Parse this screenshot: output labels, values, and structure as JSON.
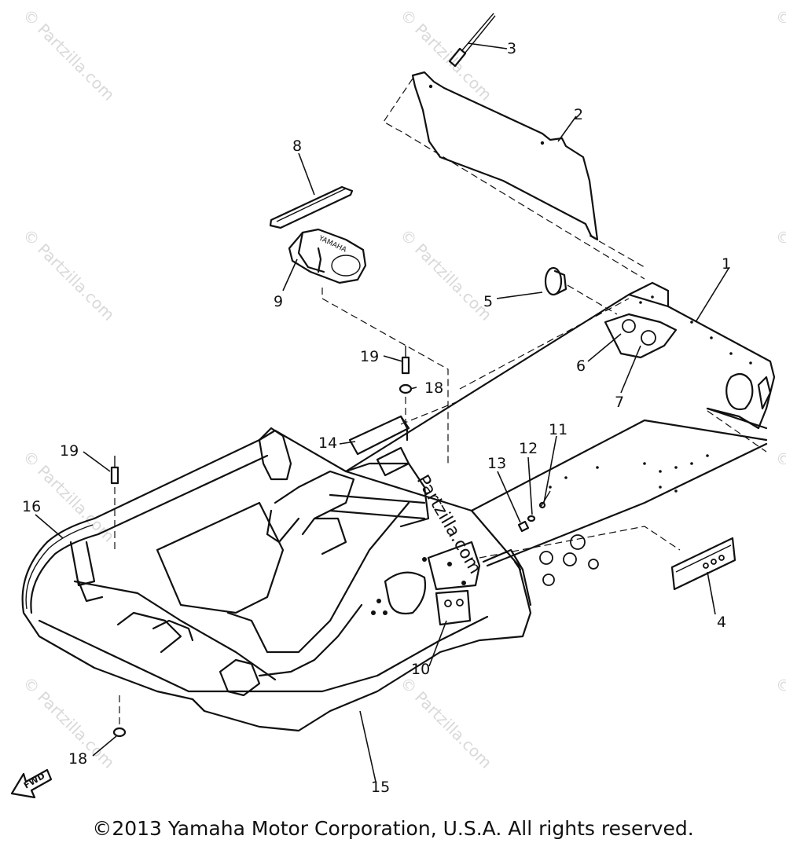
{
  "watermark": "© Partzilla.com",
  "center_watermark": "Partzilla.com",
  "fwd_label": "FWD",
  "copyright": "©2013 Yamaha Motor Corporation, U.S.A. All rights reserved.",
  "callouts": [
    {
      "id": "c1",
      "label": "1"
    },
    {
      "id": "c2",
      "label": "2"
    },
    {
      "id": "c3",
      "label": "3"
    },
    {
      "id": "c4",
      "label": "4"
    },
    {
      "id": "c5",
      "label": "5"
    },
    {
      "id": "c6",
      "label": "6"
    },
    {
      "id": "c7",
      "label": "7"
    },
    {
      "id": "c8",
      "label": "8"
    },
    {
      "id": "c9",
      "label": "9"
    },
    {
      "id": "c10",
      "label": "10"
    },
    {
      "id": "c11",
      "label": "11"
    },
    {
      "id": "c12",
      "label": "12"
    },
    {
      "id": "c13",
      "label": "13"
    },
    {
      "id": "c14",
      "label": "14"
    },
    {
      "id": "c15",
      "label": "15"
    },
    {
      "id": "c16",
      "label": "16"
    },
    {
      "id": "c18a",
      "label": "18"
    },
    {
      "id": "c18b",
      "label": "18"
    },
    {
      "id": "c19a",
      "label": "19"
    },
    {
      "id": "c19b",
      "label": "19"
    }
  ]
}
